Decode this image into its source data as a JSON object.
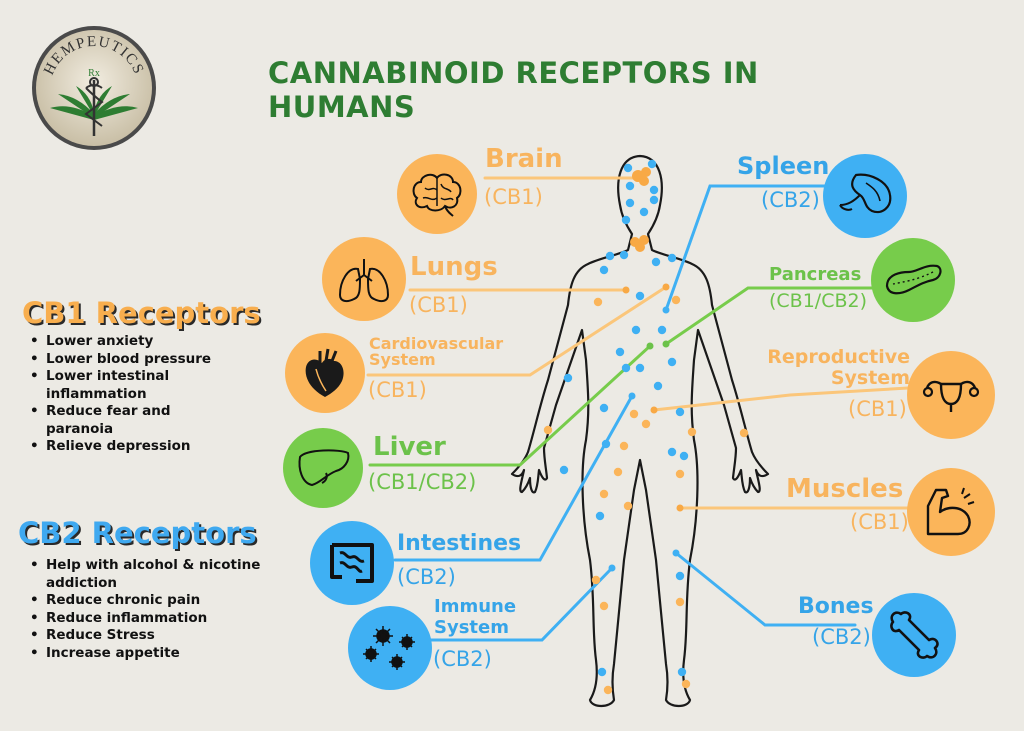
{
  "brand": {
    "name": "HEMPEUTICS",
    "symbol": "Rx"
  },
  "title": "CANNABINOID RECEPTORS IN HUMANS",
  "colors": {
    "cb1": "#FBB55A",
    "cb2": "#3FB0F3",
    "both": "#77CC4B",
    "title": "#2E7D32",
    "background": "#ECEAE4"
  },
  "cb1_receptors": {
    "heading": "CB1 Receptors",
    "benefits": [
      "Lower anxiety",
      "Lower blood pressure",
      "Lower intestinal inflammation",
      "Reduce fear and paranoia",
      "Relieve depression"
    ]
  },
  "cb2_receptors": {
    "heading": "CB2 Receptors",
    "benefits": [
      "Help with alcohol & nicotine addiction",
      "Reduce chronic pain",
      "Reduce inflammation",
      "Reduce Stress",
      "Increase appetite"
    ]
  },
  "organs": {
    "brain": {
      "name": "Brain",
      "receptor": "(CB1)",
      "icon": "brain-icon"
    },
    "lungs": {
      "name": "Lungs",
      "receptor": "(CB1)",
      "icon": "lungs-icon"
    },
    "cardio": {
      "name_line1": "Cardiovascular",
      "name_line2": "System",
      "receptor": "(CB1)",
      "icon": "heart-icon"
    },
    "liver": {
      "name": "Liver",
      "receptor": "(CB1/CB2)",
      "icon": "liver-icon"
    },
    "intestines": {
      "name": "Intestines",
      "receptor": "(CB2)",
      "icon": "intestines-icon"
    },
    "immune": {
      "name_line1": "Immune",
      "name_line2": "System",
      "receptor": "(CB2)",
      "icon": "virus-icon"
    },
    "spleen": {
      "name": "Spleen",
      "receptor": "(CB2)",
      "icon": "spleen-icon"
    },
    "pancreas": {
      "name": "Pancreas",
      "receptor": "(CB1/CB2)",
      "icon": "pancreas-icon"
    },
    "reproductive": {
      "name_line1": "Reproductive",
      "name_line2": "System",
      "receptor": "(CB1)",
      "icon": "uterus-icon"
    },
    "muscles": {
      "name": "Muscles",
      "receptor": "(CB1)",
      "icon": "muscle-arm-icon"
    },
    "bones": {
      "name": "Bones",
      "receptor": "(CB2)",
      "icon": "bone-icon"
    }
  }
}
